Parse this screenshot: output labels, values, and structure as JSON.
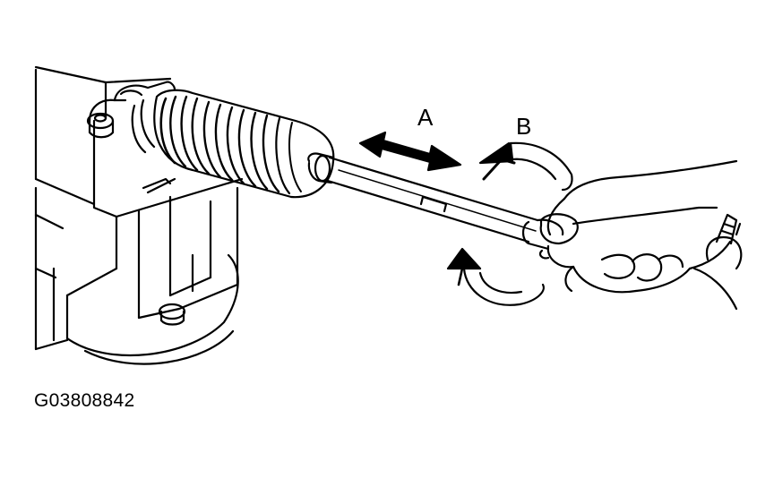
{
  "figure": {
    "id": "G03808842",
    "callouts": {
      "a": "A",
      "b": "B"
    },
    "colors": {
      "ink": "#000000",
      "paper": "#ffffff"
    }
  }
}
